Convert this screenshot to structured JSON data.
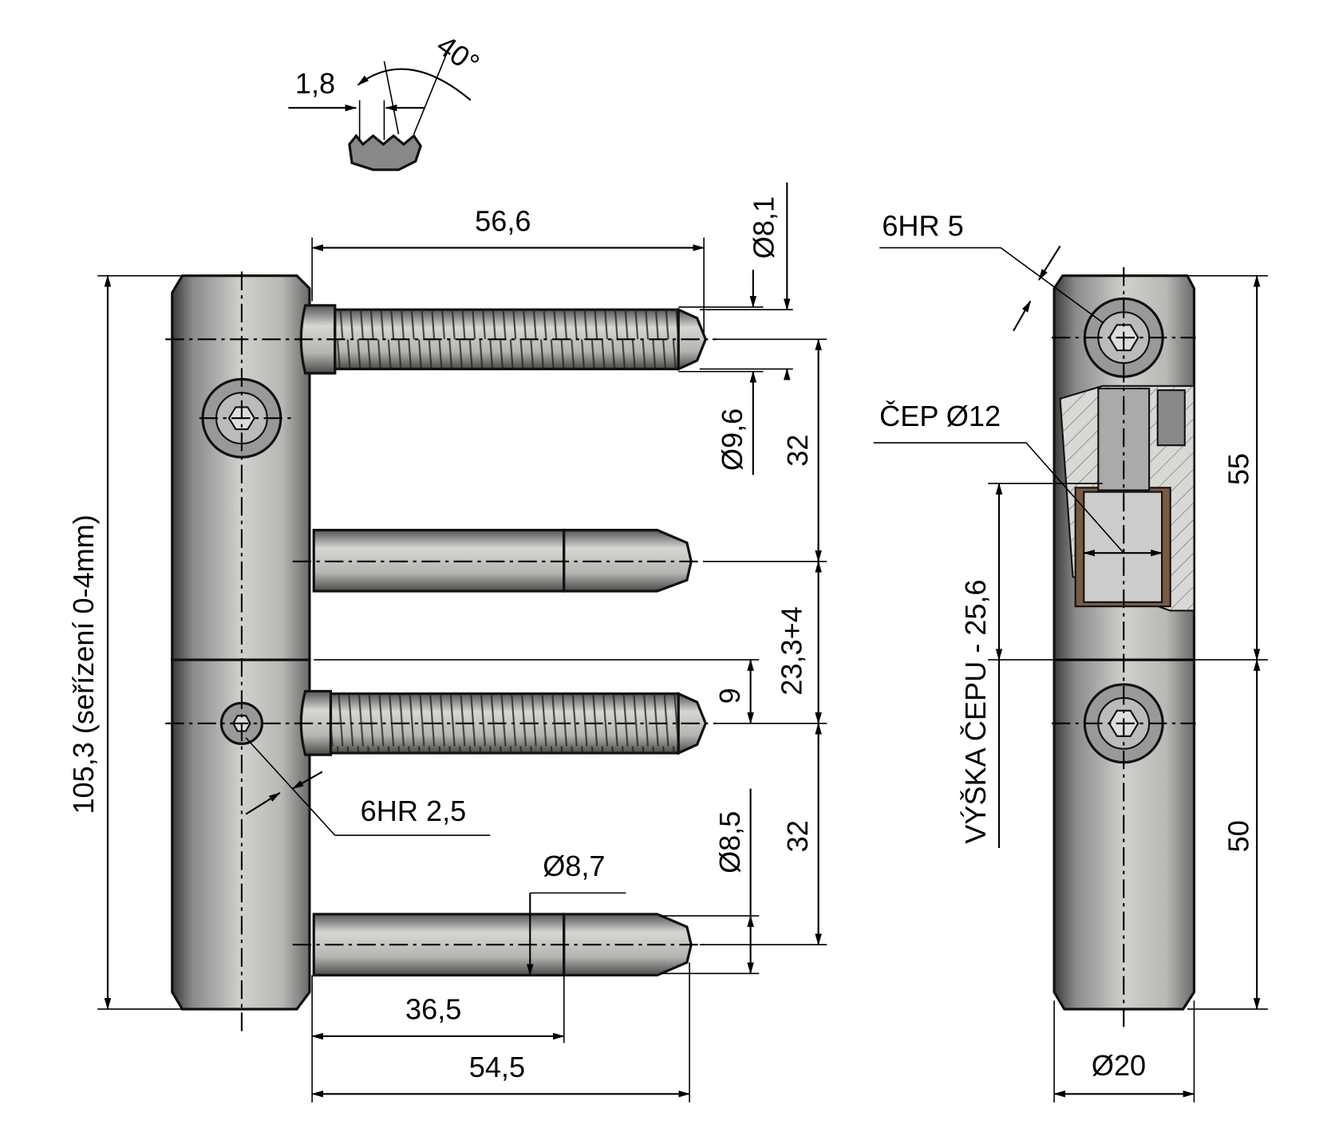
{
  "thread_detail": {
    "pitch": "1,8",
    "angle": "40°"
  },
  "left_view": {
    "screw_length": "56,6",
    "thread_dia_top": "Ø8,1",
    "thread_dia_outer": "Ø9,6",
    "spacing_upper": "32",
    "adjust_range": "23,3+4",
    "offset": "9",
    "spacing_lower": "32",
    "total_height": "105,3 (seřízení 0-4mm)",
    "hex_small": "6HR 2,5",
    "pin_dia_lower": "Ø8,5",
    "pin_dia_step": "Ø8,7",
    "pin_step_length": "36,5",
    "pin_length": "54,5"
  },
  "right_view": {
    "hex_large": "6HR 5",
    "pin": "ČEP Ø12",
    "pin_height": "VÝŠKA ČEPU - 25,6",
    "upper_height": "55",
    "lower_height": "50",
    "diameter": "Ø20"
  }
}
